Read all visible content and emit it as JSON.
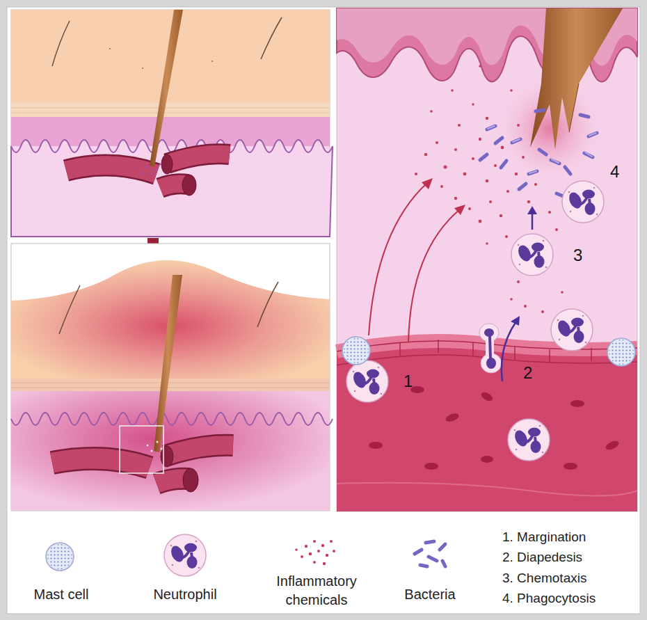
{
  "diagram": {
    "labels": [
      "1",
      "2",
      "3",
      "4",
      "1. Margination",
      "2. Diapedesis",
      "3. Chemotaxis",
      "4. Phagocytosis"
    ],
    "legend": [
      {
        "text": "Mast cell"
      },
      {
        "text": "Neutrophil"
      },
      {
        "text": "Inflammatory chemicals"
      },
      {
        "text": "Bacteria"
      }
    ]
  }
}
